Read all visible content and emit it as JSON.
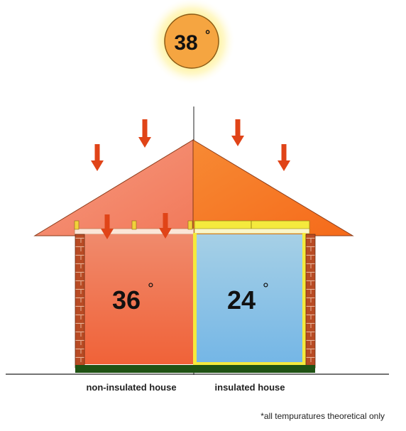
{
  "sun": {
    "temperature": "38",
    "unit": "°"
  },
  "left": {
    "temperature": "36",
    "unit": "°",
    "label": "non-insulated house"
  },
  "right": {
    "temperature": "24",
    "unit": "°",
    "label": "insulated house"
  },
  "footnote": "*all tempuratures theoretical only",
  "colors": {
    "sun_core": "#f6a23a",
    "roof_left": "#f48f6e",
    "roof_right": "#f77a1f",
    "wall_left": "#f0734e",
    "wall_right": "#8ec4e4",
    "insulation": "#f5ea3d",
    "brick": "#b44a22",
    "ground": "#1c4f12",
    "arrow": "#e04018"
  }
}
